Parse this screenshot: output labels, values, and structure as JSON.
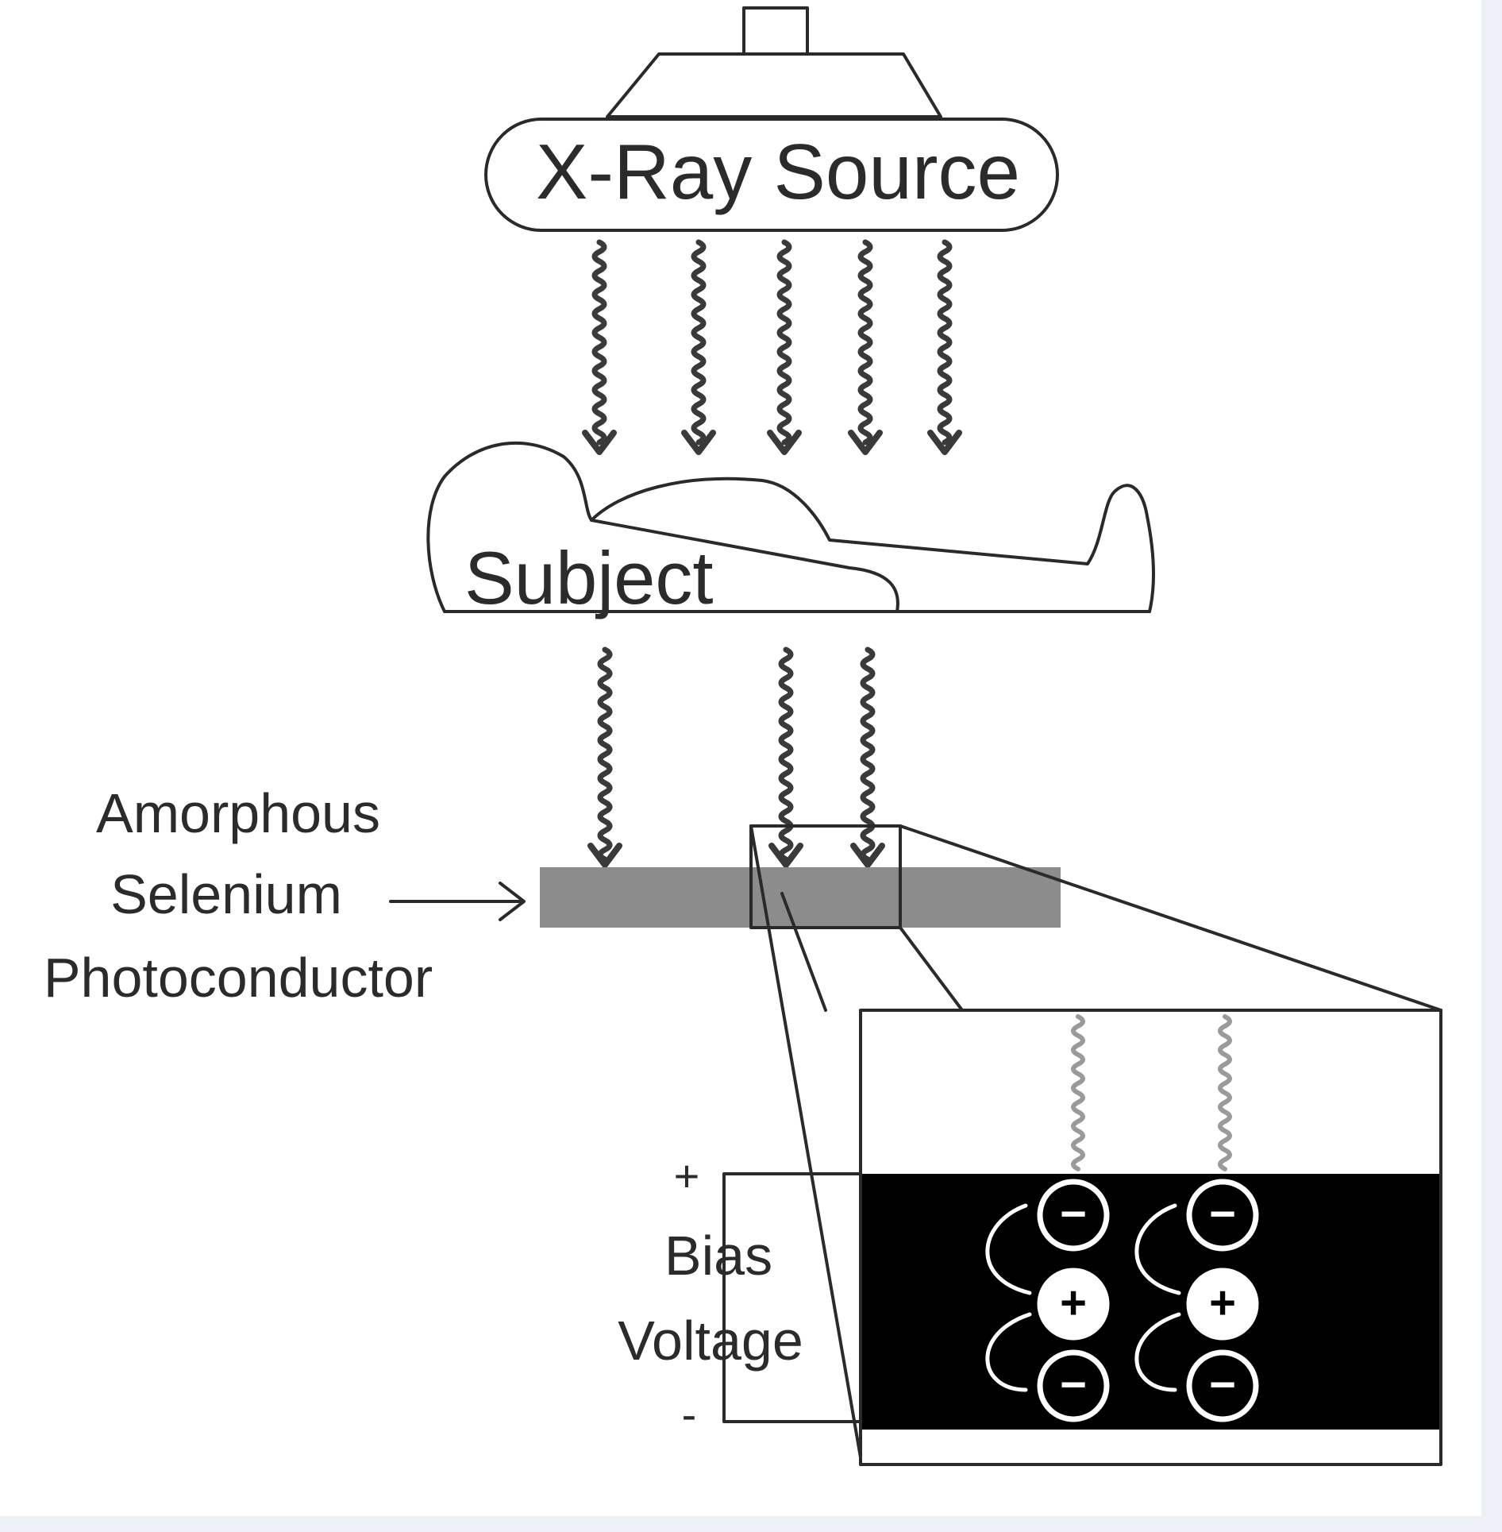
{
  "diagram": {
    "labels": {
      "source": "X-Ray Source",
      "subject": "Subject",
      "material_line1": "Amorphous",
      "material_line2": "Selenium",
      "material_line3": "Photoconductor",
      "bias_line1": "Bias",
      "bias_line2": "Voltage",
      "bias_plus": "+",
      "bias_minus": "-"
    },
    "charges": {
      "negative": "−",
      "positive": "+"
    },
    "colors": {
      "photoconductor": "#8c8c8c",
      "detector_layer": "#000000",
      "background": "#ffffff"
    }
  }
}
